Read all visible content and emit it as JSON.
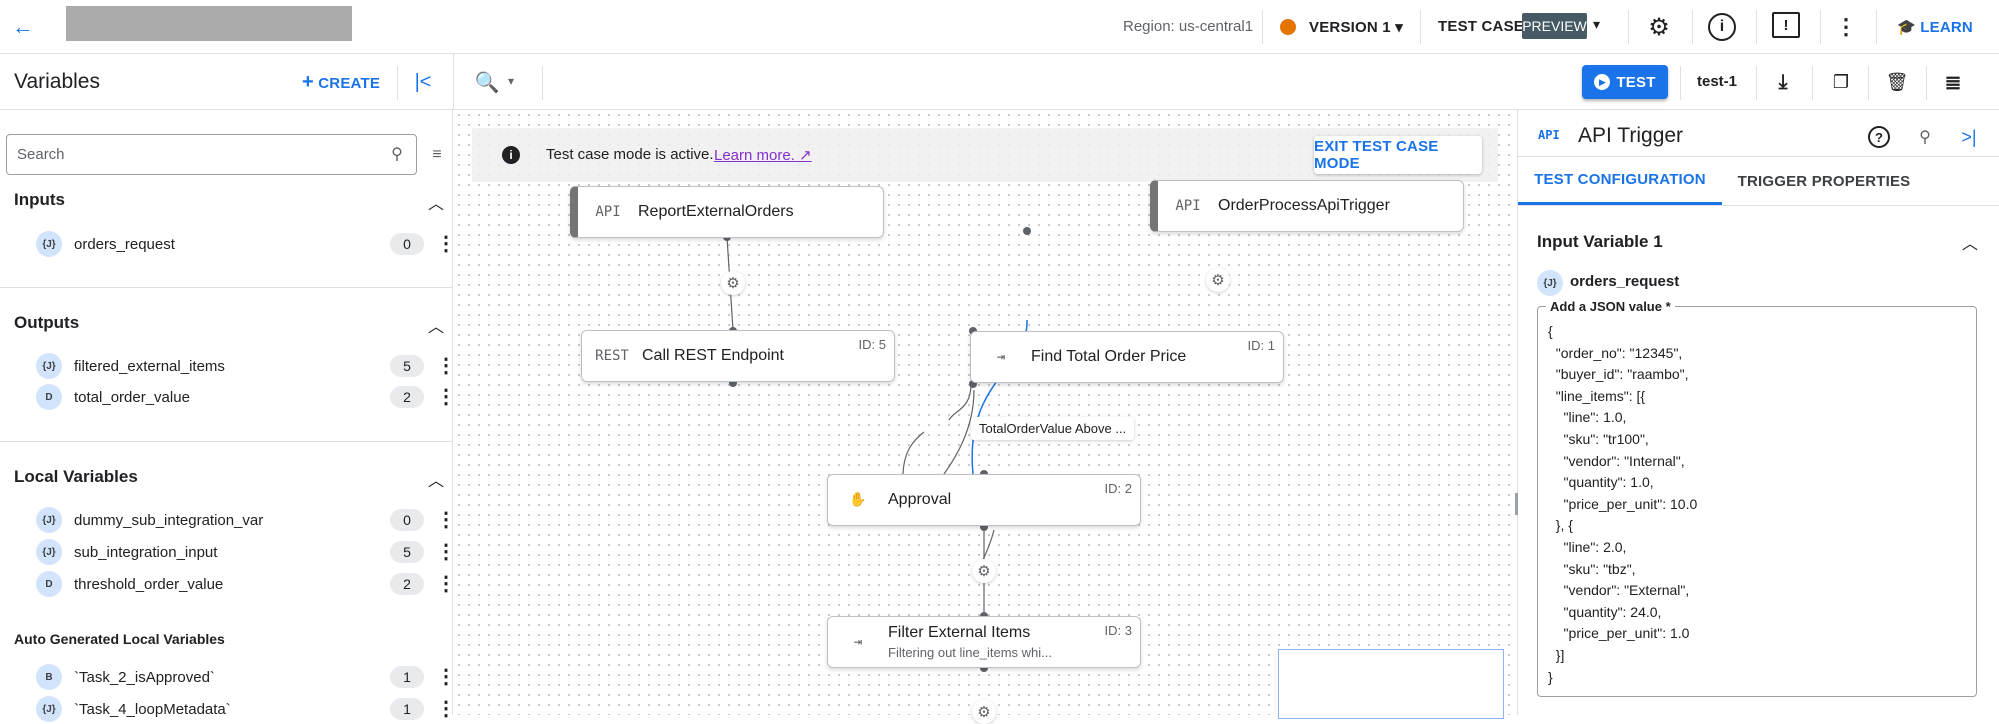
{
  "header": {
    "region": "Region: us-central1",
    "version": "VERSION 1",
    "version_status_color": "#e37400",
    "test_case": "TEST CASE",
    "preview_badge": "PREVIEW",
    "learn": "LEARN"
  },
  "toolbar": {
    "test_button": "TEST",
    "test_case_name": "test-1"
  },
  "variables": {
    "title": "Variables",
    "create": "CREATE",
    "search_placeholder": "Search",
    "inputs": {
      "title": "Inputs",
      "items": [
        {
          "type": "{J}",
          "name": "orders_request",
          "count": "0"
        }
      ]
    },
    "outputs": {
      "title": "Outputs",
      "items": [
        {
          "type": "{J}",
          "name": "filtered_external_items",
          "count": "5"
        },
        {
          "type": "D",
          "name": "total_order_value",
          "count": "2"
        }
      ]
    },
    "local": {
      "title": "Local Variables",
      "items": [
        {
          "type": "{J}",
          "name": "dummy_sub_integration_var",
          "count": "0"
        },
        {
          "type": "{J}",
          "name": "sub_integration_input",
          "count": "5"
        },
        {
          "type": "D",
          "name": "threshold_order_value",
          "count": "2"
        }
      ]
    },
    "auto": {
      "title": "Auto Generated Local Variables",
      "items": [
        {
          "type": "B",
          "name": "`Task_2_isApproved`",
          "count": "1"
        },
        {
          "type": "{J}",
          "name": "`Task_4_loopMetadata`",
          "count": "1"
        }
      ]
    }
  },
  "banner": {
    "text": "Test case mode is active.",
    "link": "Learn more.",
    "exit": "EXIT TEST CASE MODE"
  },
  "nodes": [
    {
      "icon": "API",
      "title": "ReportExternalOrders"
    },
    {
      "icon": "API",
      "title": "OrderProcessApiTrigger"
    },
    {
      "icon": "REST",
      "title": "Call REST Endpoint",
      "id": "ID: 5"
    },
    {
      "icon": "⇥",
      "title": "Find Total Order Price",
      "id": "ID: 1"
    },
    {
      "icon": "✋",
      "title": "Approval",
      "id": "ID: 2"
    },
    {
      "icon": "⇥",
      "title": "Filter External Items",
      "subtitle": "Filtering out line_items whi...",
      "id": "ID: 3"
    }
  ],
  "edge_label": "TotalOrderValue Above ...",
  "panel": {
    "icon": "API",
    "title": "API Trigger",
    "tabs": [
      "TEST CONFIGURATION",
      "TRIGGER PROPERTIES"
    ],
    "active_tab": "TEST CONFIGURATION",
    "section": "Input Variable 1",
    "var_type": "{J}",
    "var_name": "orders_request",
    "field_label": "Add a JSON value *",
    "json_value": "{\n  \"order_no\": \"12345\",\n  \"buyer_id\": \"raambo\",\n  \"line_items\": [{\n    \"line\": 1.0,\n    \"sku\": \"tr100\",\n    \"vendor\": \"Internal\",\n    \"quantity\": 1.0,\n    \"price_per_unit\": 10.0\n  }, {\n    \"line\": 2.0,\n    \"sku\": \"tbz\",\n    \"vendor\": \"External\",\n    \"quantity\": 24.0,\n    \"price_per_unit\": 1.0\n  }]\n}"
  }
}
